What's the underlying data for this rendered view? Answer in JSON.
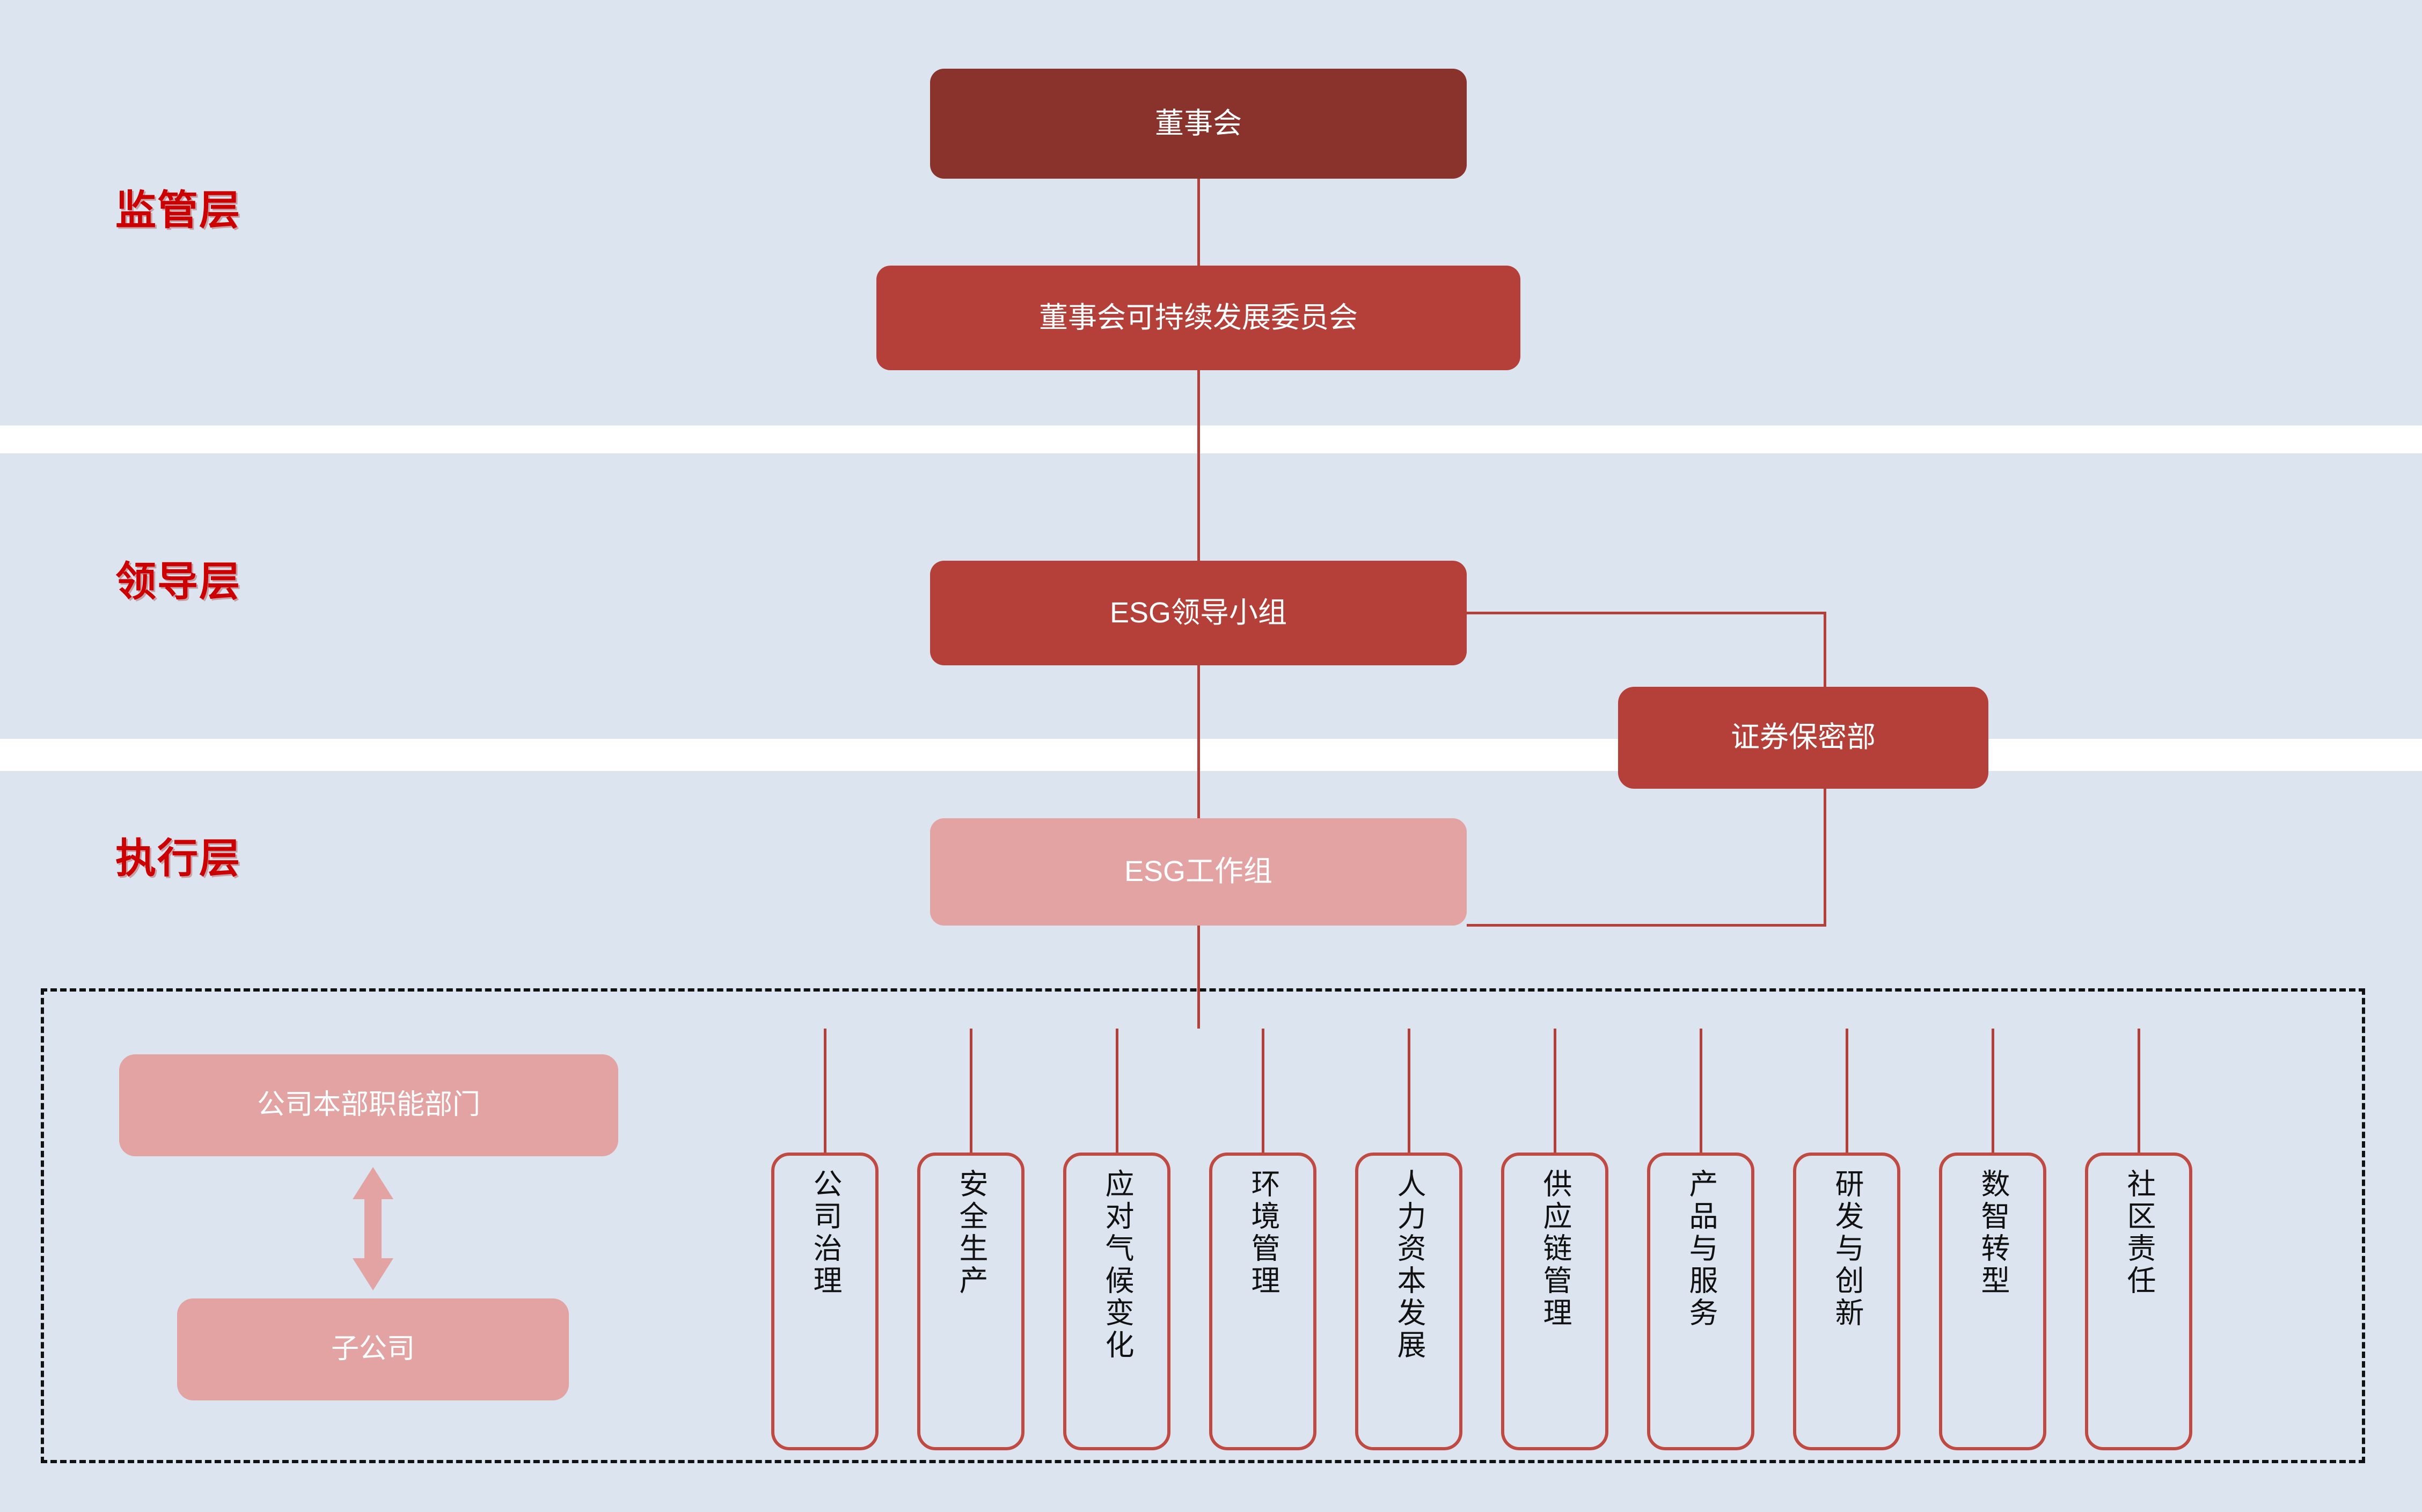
{
  "diagram": {
    "title_present": false,
    "colors": {
      "band_background": "#dce4f0",
      "page_background": "#ffffff",
      "node_dark_red": "#8a322c",
      "node_mid_red": "#b5403a",
      "node_light_pink": "#e2a3a2",
      "label_red": "#cc0000",
      "connector_red": "#bf4a42",
      "pillar_border": "#bf4a42",
      "pillar_text": "#111111",
      "dashed_border": "#111111"
    }
  },
  "layers": [
    {
      "id": "regulatory",
      "label": "监管层"
    },
    {
      "id": "leadership",
      "label": "领导层"
    },
    {
      "id": "execution",
      "label": "执行层"
    }
  ],
  "nodes": {
    "board": "董事会",
    "committee": "董事会可持续发展委员会",
    "esg_leading_group": "ESG领导小组",
    "securities_dept": "证券保密部",
    "esg_working_group": "ESG工作组",
    "hq_departments": "公司本部职能部门",
    "subsidiary": "子公司"
  },
  "pillars": [
    {
      "label": "公司治理"
    },
    {
      "label": "安全生产"
    },
    {
      "label": "应对气候变化"
    },
    {
      "label": "环境管理"
    },
    {
      "label": "人力资本发展"
    },
    {
      "label": "供应链管理"
    },
    {
      "label": "产品与服务"
    },
    {
      "label": "研发与创新"
    },
    {
      "label": "数智转型"
    },
    {
      "label": "社区责任"
    }
  ]
}
